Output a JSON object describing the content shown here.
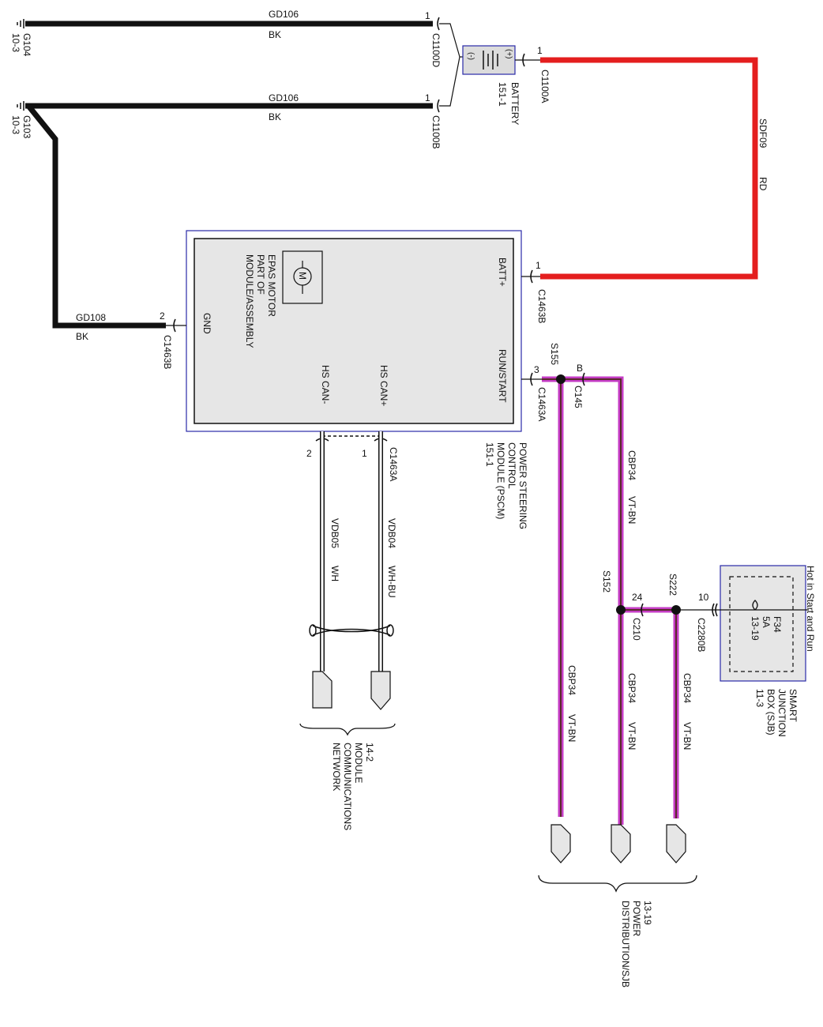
{
  "colors": {
    "ground_wire": "#111111",
    "batt_wire": "#e41e1e",
    "can_wire_stripe": "#ffffff",
    "power_wire": "#c43cc4",
    "power_wire_stripe": "#5a2a2a",
    "module_fill": "#e6e6e6",
    "module_border": "#2a2aa8"
  },
  "grounds": {
    "g104": {
      "id": "G104",
      "page": "10-3"
    },
    "g103": {
      "id": "G103",
      "page": "10-3"
    }
  },
  "wires": {
    "gd106_top": {
      "circuit": "GD106",
      "color": "BK",
      "pin": "1",
      "connector": "C1100D"
    },
    "gd106_bottom": {
      "circuit": "GD106",
      "color": "BK",
      "pin": "1",
      "connector": "C1100B"
    },
    "gd108": {
      "circuit": "GD108",
      "color": "BK",
      "pin": "2",
      "connector": "C1463B"
    },
    "sdf09": {
      "circuit": "SDF09",
      "color": "RD",
      "pin_battery": "1",
      "connector_battery": "C1100A",
      "pin_module": "1",
      "connector_module": "C1463B"
    },
    "vdb04": {
      "circuit": "VDB04",
      "color": "WH-BU",
      "pin": "1",
      "connector": "C1463A"
    },
    "vdb05": {
      "circuit": "VDB05",
      "color": "WH",
      "pin": "2"
    },
    "cbp34": {
      "circuit": "CBP34",
      "color": "VT-BN"
    }
  },
  "battery": {
    "label": "BATTERY",
    "page": "151-1",
    "plus": "(+)",
    "minus": "(-)"
  },
  "module": {
    "pins": {
      "batt": "BATT+",
      "run_start": "RUN/START",
      "gnd": "GND",
      "hs_can_plus": "HS CAN+",
      "hs_can_minus": "HS CAN-"
    },
    "motor_label": [
      "EPAS MOTOR",
      "PART OF",
      "MODULE/ASSEMBLY"
    ],
    "motor_symbol": "M",
    "name": [
      "POWER STEERING",
      "CONTROL",
      "MODULE (PSCM)",
      "151-1"
    ]
  },
  "run_start": {
    "pin": "3",
    "connector": "C1463A",
    "splice": "S155",
    "c145_pin": "B",
    "c145": "C145"
  },
  "junction": {
    "s152": "S152",
    "s222": "S222",
    "c210_pin": "24",
    "c210": "C210",
    "c2280b_pin": "10",
    "c2280b": "C2280B"
  },
  "sjb": {
    "hot_label": "Hot in Start and Run",
    "fuse": "F34",
    "amps": "5A",
    "fuse_page": "13-19",
    "name": [
      "SMART",
      "JUNCTION",
      "BOX (SJB)",
      "11-3"
    ]
  },
  "references": {
    "network": [
      "14-2",
      "MODULE",
      "COMMUNICATIONS",
      "NETWORK"
    ],
    "power": [
      "13-19",
      "POWER",
      "DISTRIBUTION/SJB"
    ]
  }
}
